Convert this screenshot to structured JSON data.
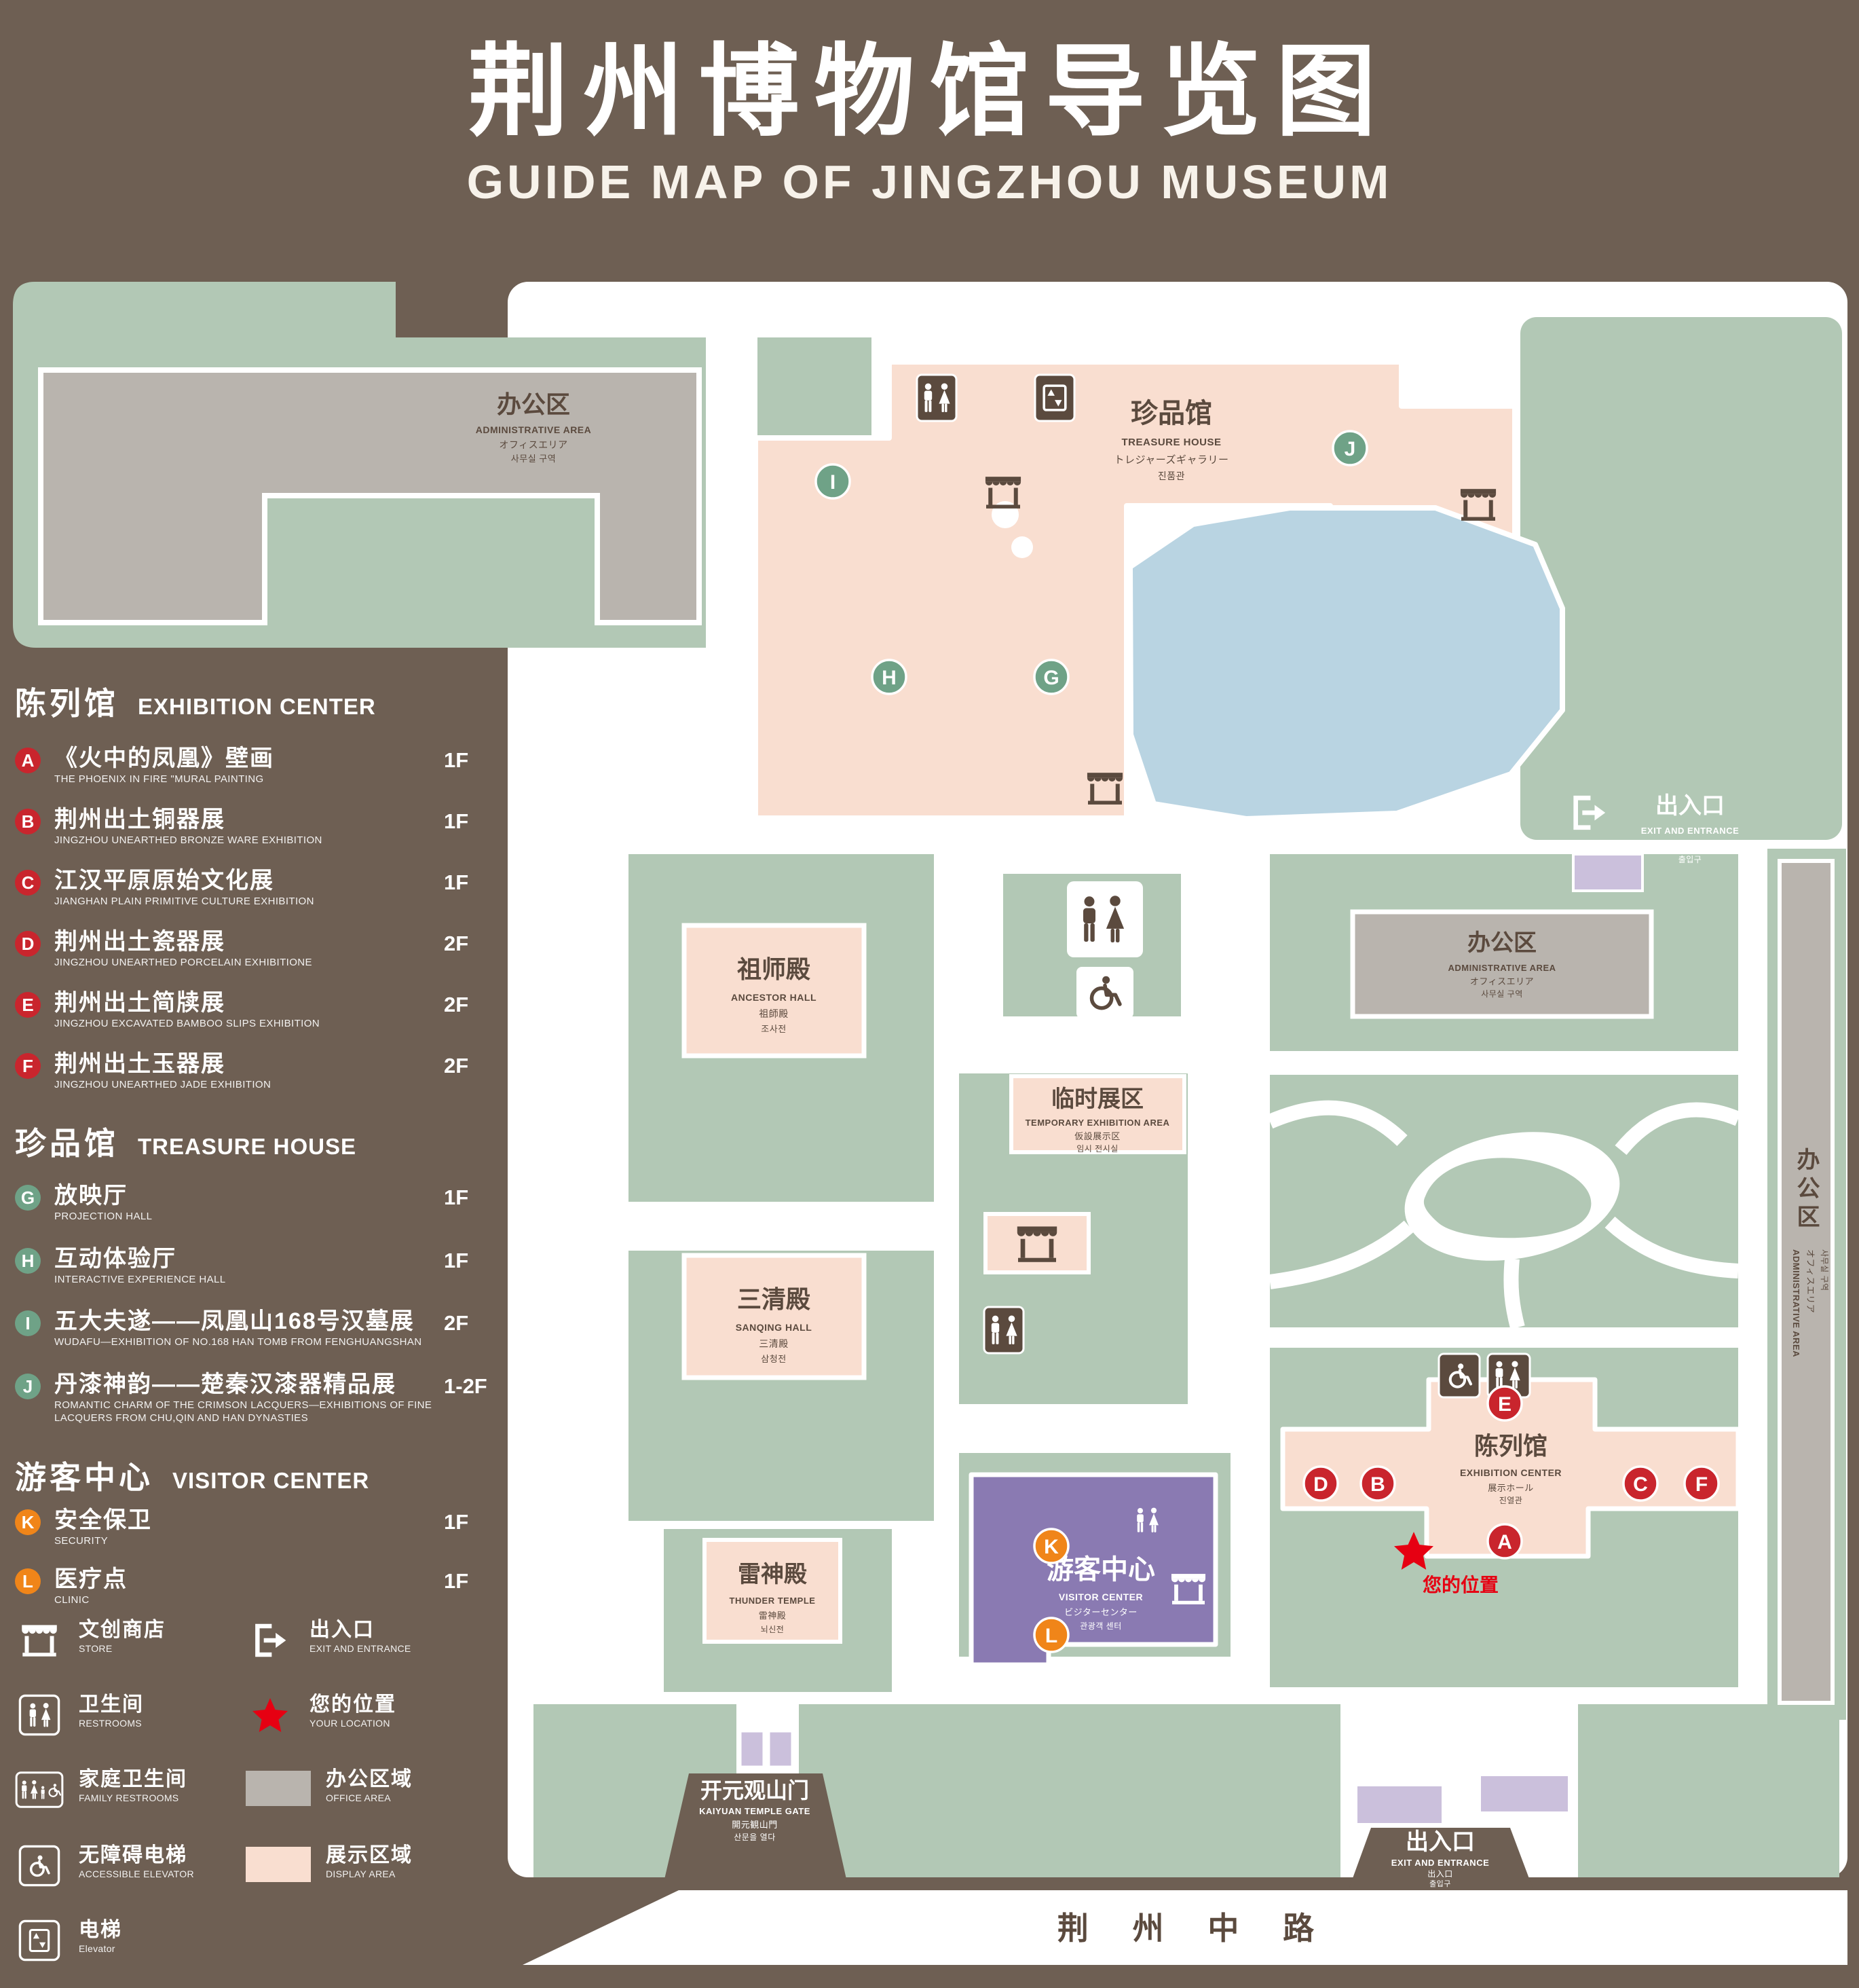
{
  "page": {
    "title_zh": "荆州博物馆导览图",
    "title_en": "GUIDE MAP OF JINGZHOU MUSEUM"
  },
  "colors": {
    "background": "#6e5f53",
    "ground_green": "#b2c8b5",
    "display_pink": "#f9ded0",
    "office_gray": "#b9b4ae",
    "pond_blue": "#b9d4e2",
    "visitor_purple": "#8a7ab2",
    "gate_lavender": "#cbc0dc",
    "badge_red": "#c9252d",
    "badge_green": "#6fa287",
    "badge_orange": "#f08519",
    "location_red": "#e60012",
    "icon_brown": "#5b4a3e"
  },
  "legend": {
    "sections": [
      {
        "zh": "陈列馆",
        "en": "EXHIBITION CENTER",
        "items": [
          {
            "letter": "A",
            "zh": "《火中的凤凰》壁画",
            "en": "THE PHOENIX IN FIRE \"MURAL PAINTING",
            "floor": "1F"
          },
          {
            "letter": "B",
            "zh": "荆州出土铜器展",
            "en": "JINGZHOU UNEARTHED BRONZE WARE EXHIBITION",
            "floor": "1F"
          },
          {
            "letter": "C",
            "zh": "江汉平原原始文化展",
            "en": "JIANGHAN PLAIN PRIMITIVE CULTURE EXHIBITION",
            "floor": "1F"
          },
          {
            "letter": "D",
            "zh": "荆州出土瓷器展",
            "en": "JINGZHOU UNEARTHED PORCELAIN EXHIBITIONE",
            "floor": "2F"
          },
          {
            "letter": "E",
            "zh": "荆州出土简牍展",
            "en": "JINGZHOU EXCAVATED BAMBOO SLIPS EXHIBITION",
            "floor": "2F"
          },
          {
            "letter": "F",
            "zh": "荆州出土玉器展",
            "en": "JINGZHOU UNEARTHED JADE EXHIBITION",
            "floor": "2F"
          }
        ]
      },
      {
        "zh": "珍品馆",
        "en": "TREASURE HOUSE",
        "items": [
          {
            "letter": "G",
            "zh": "放映厅",
            "en": "PROJECTION HALL",
            "floor": "1F"
          },
          {
            "letter": "H",
            "zh": "互动体验厅",
            "en": "INTERACTIVE EXPERIENCE HALL",
            "floor": "1F"
          },
          {
            "letter": "I",
            "zh": "五大夫遂——凤凰山168号汉墓展",
            "en": "WUDAFU—EXHIBITION OF NO.168 HAN TOMB FROM FENGHUANGSHAN",
            "floor": "2F"
          },
          {
            "letter": "J",
            "zh": "丹漆神韵——楚秦汉漆器精品展",
            "en": "ROMANTIC CHARM OF THE CRIMSON LACQUERS—EXHIBITIONS OF FINE LACQUERS FROM CHU,QIN AND HAN DYNASTIES",
            "floor": "1-2F"
          }
        ]
      },
      {
        "zh": "游客中心",
        "en": "VISITOR CENTER",
        "items": [
          {
            "letter": "K",
            "zh": "安全保卫",
            "en": "SECURITY",
            "floor": "1F"
          },
          {
            "letter": "L",
            "zh": "医疗点",
            "en": "CLINIC",
            "floor": "1F"
          }
        ]
      }
    ],
    "symbols": {
      "store": {
        "zh": "文创商店",
        "en": "STORE"
      },
      "exit": {
        "zh": "出入口",
        "en": "EXIT AND ENTRANCE"
      },
      "restroom": {
        "zh": "卫生间",
        "en": "RESTROOMS"
      },
      "location": {
        "zh": "您的位置",
        "en": "YOUR LOCATION"
      },
      "family": {
        "zh": "家庭卫生间",
        "en": "FAMILY RESTROOMS"
      },
      "office": {
        "zh": "办公区域",
        "en": "OFFICE AREA"
      },
      "accessible": {
        "zh": "无障碍电梯",
        "en": "ACCESSIBLE ELEVATOR"
      },
      "display": {
        "zh": "展示区域",
        "en": "DISPLAY AREA"
      },
      "elevator": {
        "zh": "电梯",
        "en": "Elevator"
      }
    }
  },
  "map": {
    "labels": {
      "admin": {
        "zh": "办公区",
        "en": "ADMINISTRATIVE AREA",
        "jp": "オフィスエリア",
        "kr": "사무실 구역"
      },
      "treasure": {
        "zh": "珍品馆",
        "en": "TREASURE HOUSE",
        "jp": "トレジャーズギャラリー",
        "kr": "진품관"
      },
      "ancestor": {
        "zh": "祖师殿",
        "en": "ANCESTOR HALL",
        "jp": "祖師殿",
        "kr": "조사전"
      },
      "sanqing": {
        "zh": "三清殿",
        "en": "SANQING HALL",
        "jp": "三清殿",
        "kr": "삼청전"
      },
      "thunder": {
        "zh": "雷神殿",
        "en": "THUNDER TEMPLE",
        "jp": "雷神殿",
        "kr": "뇌신전"
      },
      "temporary": {
        "zh": "临时展区",
        "en": "TEMPORARY EXHIBITION AREA",
        "jp": "仮設展示区",
        "kr": "임시 전시실"
      },
      "exhibition": {
        "zh": "陈列馆",
        "en": "EXHIBITION CENTER",
        "jp": "展示ホール",
        "kr": "진열관"
      },
      "visitor": {
        "zh": "游客中心",
        "en": "VISITOR CENTER",
        "jp": "ビジターセンター",
        "kr": "관광객 센터"
      },
      "exit": {
        "zh": "出入口",
        "en": "EXIT AND ENTRANCE",
        "jp": "出入口",
        "kr": "출입구"
      },
      "gate": {
        "zh": "开元观山门",
        "en": "KAIYUAN TEMPLE GATE",
        "jp": "開元観山門",
        "kr": "산문을 열다"
      },
      "road": "荆 州 中 路",
      "your_location": "您的位置"
    },
    "markers": {
      "A": "A",
      "B": "B",
      "C": "C",
      "D": "D",
      "E": "E",
      "F": "F",
      "G": "G",
      "H": "H",
      "I": "I",
      "J": "J",
      "K": "K",
      "L": "L"
    }
  }
}
